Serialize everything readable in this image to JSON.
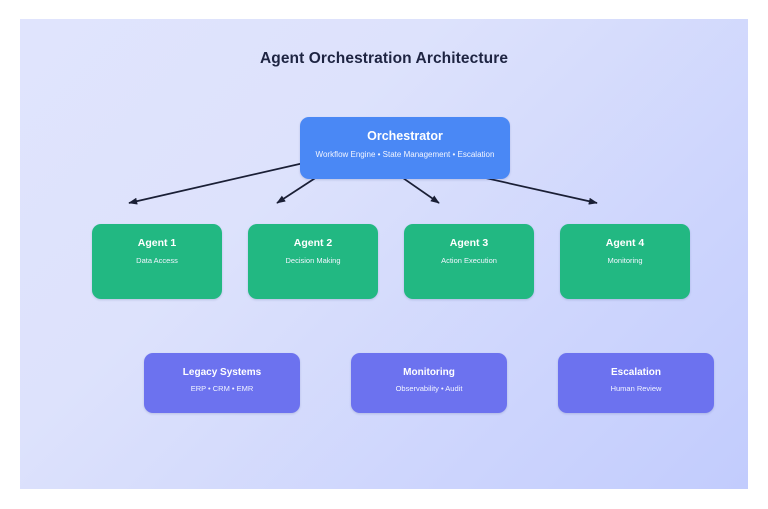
{
  "diagram": {
    "title": "Agent Orchestration Architecture",
    "background_gradient_from": "#e0e4fd",
    "background_gradient_to": "#c2ccfd",
    "title_color": "#1e2442",
    "edge_color": "#1a1f35"
  },
  "orchestrator": {
    "title": "Orchestrator",
    "subtitle": "Workflow Engine • State Management • Escalation",
    "color": "#4a88f5"
  },
  "agents": {
    "color": "#22b882",
    "items": [
      {
        "title": "Agent 1",
        "subtitle": "Data Access"
      },
      {
        "title": "Agent 2",
        "subtitle": "Decision Making"
      },
      {
        "title": "Agent 3",
        "subtitle": "Action Execution"
      },
      {
        "title": "Agent 4",
        "subtitle": "Monitoring"
      }
    ]
  },
  "support": {
    "color": "#6c72ef",
    "items": [
      {
        "title": "Legacy Systems",
        "subtitle": "ERP • CRM • EMR"
      },
      {
        "title": "Monitoring",
        "subtitle": "Observability • Audit"
      },
      {
        "title": "Escalation",
        "subtitle": "Human Review"
      }
    ]
  },
  "edges": [
    {
      "from": "orchestrator",
      "to": "Agent 1"
    },
    {
      "from": "orchestrator",
      "to": "Agent 2"
    },
    {
      "from": "orchestrator",
      "to": "Agent 3"
    },
    {
      "from": "orchestrator",
      "to": "Agent 4"
    }
  ]
}
